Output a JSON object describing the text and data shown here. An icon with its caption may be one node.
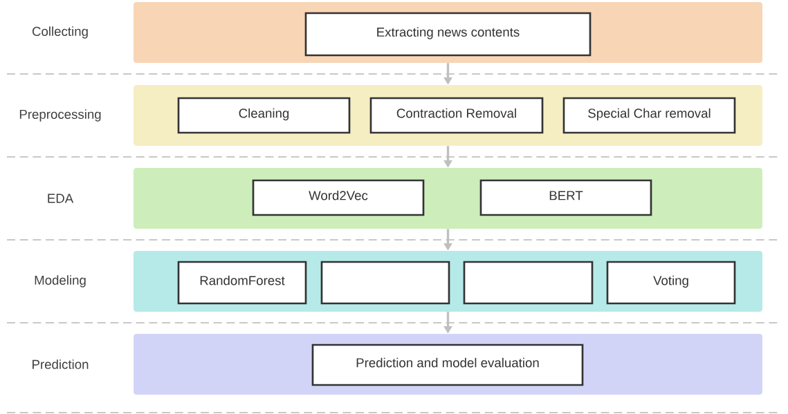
{
  "diagram": {
    "nodes": [
      {
        "text": [
          "Collecting"
        ]
      },
      {
        "text": [
          "Extracting news contents"
        ],
        "in": 0
      },
      {
        "text": [
          "Preprocessing"
        ]
      },
      {
        "text": [
          "Cleaning"
        ],
        "in": 2
      },
      {
        "text": [
          "Contraction Removal"
        ],
        "in": 2
      },
      {
        "text": [
          "Special Char removal"
        ],
        "in": 2
      },
      {
        "text": [
          "EDA"
        ]
      },
      {
        "text": [
          "Word2Vec"
        ],
        "in": 6
      },
      {
        "text": [
          "BERT"
        ],
        "in": 6
      },
      {
        "text": [
          "Modeling"
        ]
      },
      {
        "text": [
          "RandomForest"
        ],
        "in": 9
      },
      {
        "text": [],
        "shape": "box",
        "in": 9
      },
      {
        "text": [],
        "shape": "box",
        "in": 9
      },
      {
        "text": [
          "Voting"
        ],
        "in": 9
      },
      {
        "text": [
          "Prediction"
        ]
      },
      {
        "text": [
          "Prediction and model evaluation"
        ],
        "in": 14
      }
    ],
    "edges": [
      {
        "from": 0,
        "to": 2,
        "arrow": "to"
      },
      {
        "from": 2,
        "to": 6,
        "arrow": "to"
      },
      {
        "from": 6,
        "to": 9,
        "arrow": "to"
      },
      {
        "from": 9,
        "to": 14,
        "arrow": "to"
      }
    ]
  }
}
